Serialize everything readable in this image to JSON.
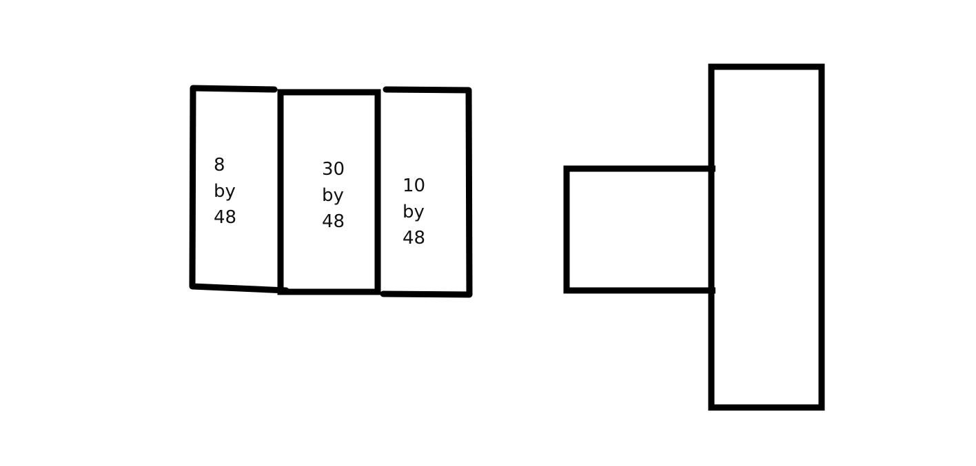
{
  "panels": {
    "left": {
      "segments": [
        {
          "name": "segment-8",
          "lines": [
            "8",
            "by",
            "48"
          ]
        },
        {
          "name": "segment-30",
          "lines": [
            "30",
            "by",
            "48"
          ]
        },
        {
          "name": "segment-10",
          "lines": [
            "10",
            "by",
            "48"
          ]
        }
      ]
    },
    "right": {
      "shapes": [
        "small-rectangle",
        "tall-rectangle"
      ]
    }
  },
  "colors": {
    "stroke": "#000000",
    "text": "#111111",
    "background": "#ffffff"
  }
}
